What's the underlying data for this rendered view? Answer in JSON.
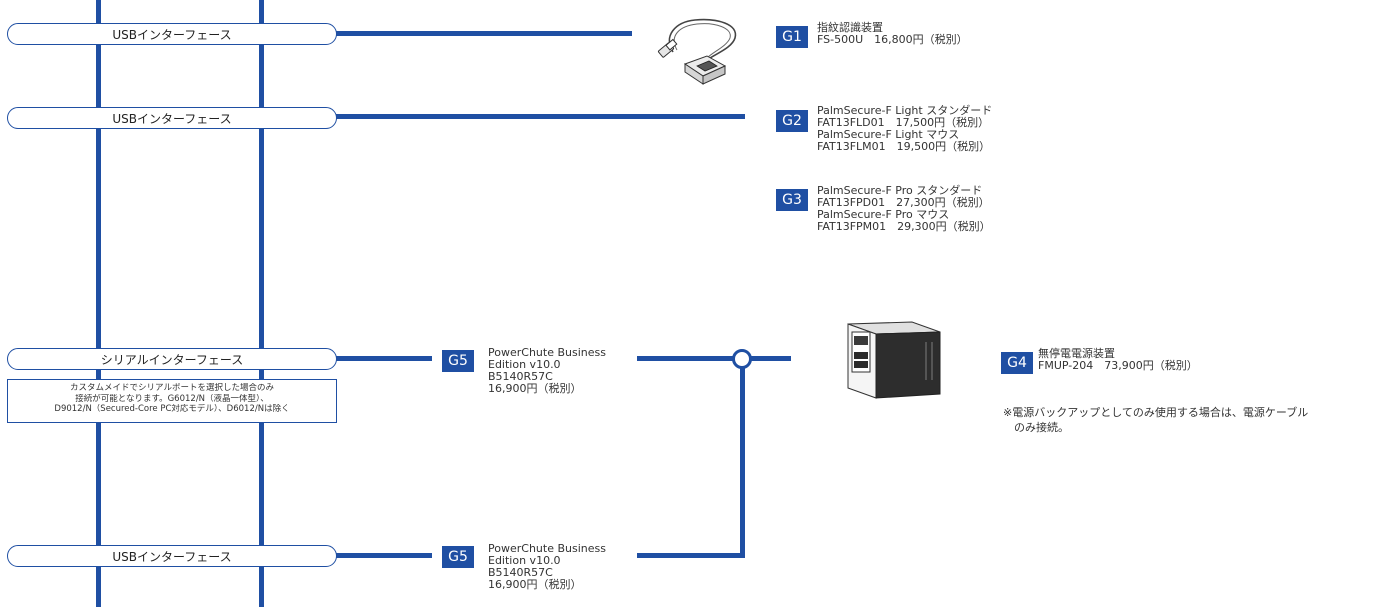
{
  "interfaces": {
    "usb_1": "USBインターフェース",
    "usb_2": "USBインターフェース",
    "serial": "シリアルインターフェース",
    "usb_3": "USBインターフェース"
  },
  "serial_note": {
    "line1": "カスタムメイドでシリアルポートを選択した場合のみ",
    "line2": "接続が可能となります。G6012/N（液晶一体型）、",
    "line3": "D9012/N（Secured-Core PC対応モデル）、D6012/Nは除く"
  },
  "items": {
    "g1": {
      "code": "G1",
      "name": "指紋認識装置",
      "model": "FS-500U　16,800円（税別）"
    },
    "g2": {
      "code": "G2",
      "line1": "PalmSecure-F Light スタンダード",
      "line2": "FAT13FLD01　17,500円（税別）",
      "line3": "PalmSecure-F Light マウス",
      "line4": "FAT13FLM01　19,500円（税別）"
    },
    "g3": {
      "code": "G3",
      "line1": "PalmSecure-F Pro スタンダード",
      "line2": "FAT13FPD01　27,300円（税別）",
      "line3": "PalmSecure-F Pro マウス",
      "line4": "FAT13FPM01　29,300円（税別）"
    },
    "g4": {
      "code": "G4",
      "name": "無停電電源装置",
      "model": "FMUP-204　73,900円（税別）"
    },
    "g5_serial": {
      "code": "G5",
      "line1": "PowerChute Business",
      "line2": "Edition v10.0",
      "line3": "B5140R57C",
      "line4": "16,900円（税別）"
    },
    "g5_usb": {
      "code": "G5",
      "line1": "PowerChute Business",
      "line2": "Edition v10.0",
      "line3": "B5140R57C",
      "line4": "16,900円（税別）"
    }
  },
  "ups_note": {
    "line1": "※電源バックアップとしてのみ使用する場合は、電源ケーブル",
    "line2": "　のみ接続。"
  },
  "icons": [
    "usb-fingerprint-scanner-icon",
    "ups-power-supply-icon"
  ],
  "colors": {
    "wire": "#1f4fa3",
    "badge": "#1f4fa3",
    "text": "#333333"
  }
}
